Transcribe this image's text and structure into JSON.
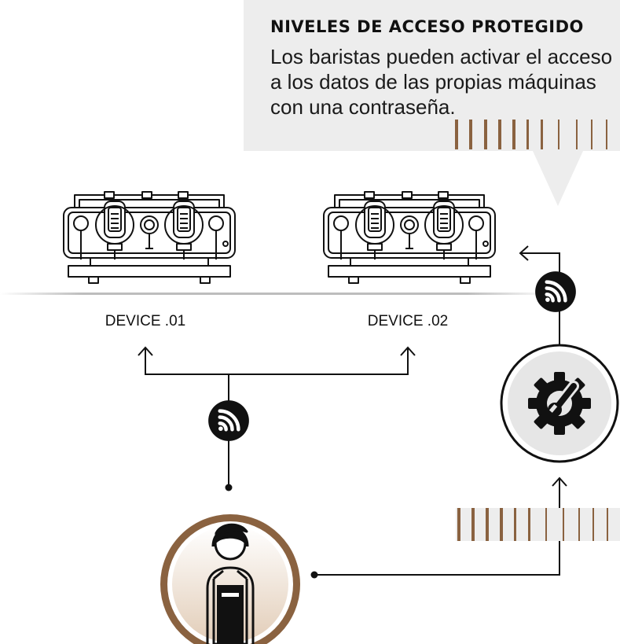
{
  "callout": {
    "title": "NIVELES DE ACCESO PROTEGIDO",
    "lines": [
      "Los baristas pueden activar el acceso",
      "a los datos de las propias máquinas",
      "con una contraseña."
    ]
  },
  "devices": [
    {
      "label": "DEVICE .01"
    },
    {
      "label": "DEVICE .02"
    }
  ],
  "colors": {
    "accent_brown": "#8a6240",
    "panel_gray": "#ededed",
    "dark": "#111111",
    "settings_bg": "#e6e6e6"
  },
  "icons": {
    "wifi": "wifi-icon",
    "settings": "gear-wrench-icon",
    "barista": "barista-avatar-icon"
  }
}
